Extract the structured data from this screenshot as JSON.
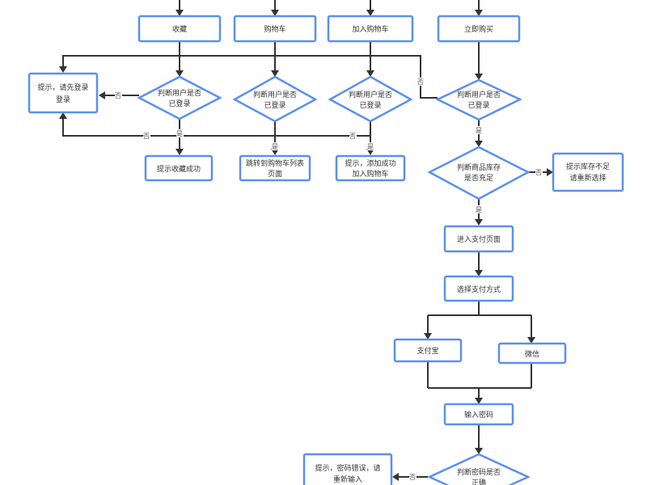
{
  "diagram": {
    "nodes": {
      "collect": {
        "label": "收藏"
      },
      "cart": {
        "label": "购物车"
      },
      "add_cart": {
        "label": "加入购物车"
      },
      "buy_now": {
        "label": "立即购买"
      },
      "login_prompt": {
        "label": [
          "提示，请先登录",
          "登录"
        ]
      },
      "check_login_1": {
        "label": [
          "判断用户是否",
          "已登录"
        ]
      },
      "check_login_2": {
        "label": [
          "判断用户是否",
          "已登录"
        ]
      },
      "check_login_3": {
        "label": [
          "判断用户是否",
          "已登录"
        ]
      },
      "check_login_4": {
        "label": [
          "判断用户是否",
          "已登录"
        ]
      },
      "collect_ok": {
        "label": "提示收藏成功"
      },
      "show_cart": {
        "label": [
          "跳转到购物车列表",
          "页面"
        ]
      },
      "add_ok": {
        "label": [
          "提示，添加成功",
          "加入购物车"
        ]
      },
      "check_stock": {
        "label": [
          "判断商品库存",
          "是否充足"
        ]
      },
      "stock_prompt": {
        "label": [
          "提示库存不足",
          "请重新选择"
        ]
      },
      "order_page": {
        "label": "进入支付页面"
      },
      "choose_pay": {
        "label": "选择支付方式"
      },
      "alipay": {
        "label": "支付宝"
      },
      "wechat": {
        "label": "微信"
      },
      "enter_pwd": {
        "label": "输入密码"
      },
      "pay_prompt": {
        "label": [
          "提示，密码错误，请",
          "重新输入"
        ]
      },
      "check_pwd": {
        "label": [
          "判断密码是否",
          "正确"
        ]
      }
    },
    "edge_labels": {
      "no": "否",
      "yes": "是"
    }
  }
}
